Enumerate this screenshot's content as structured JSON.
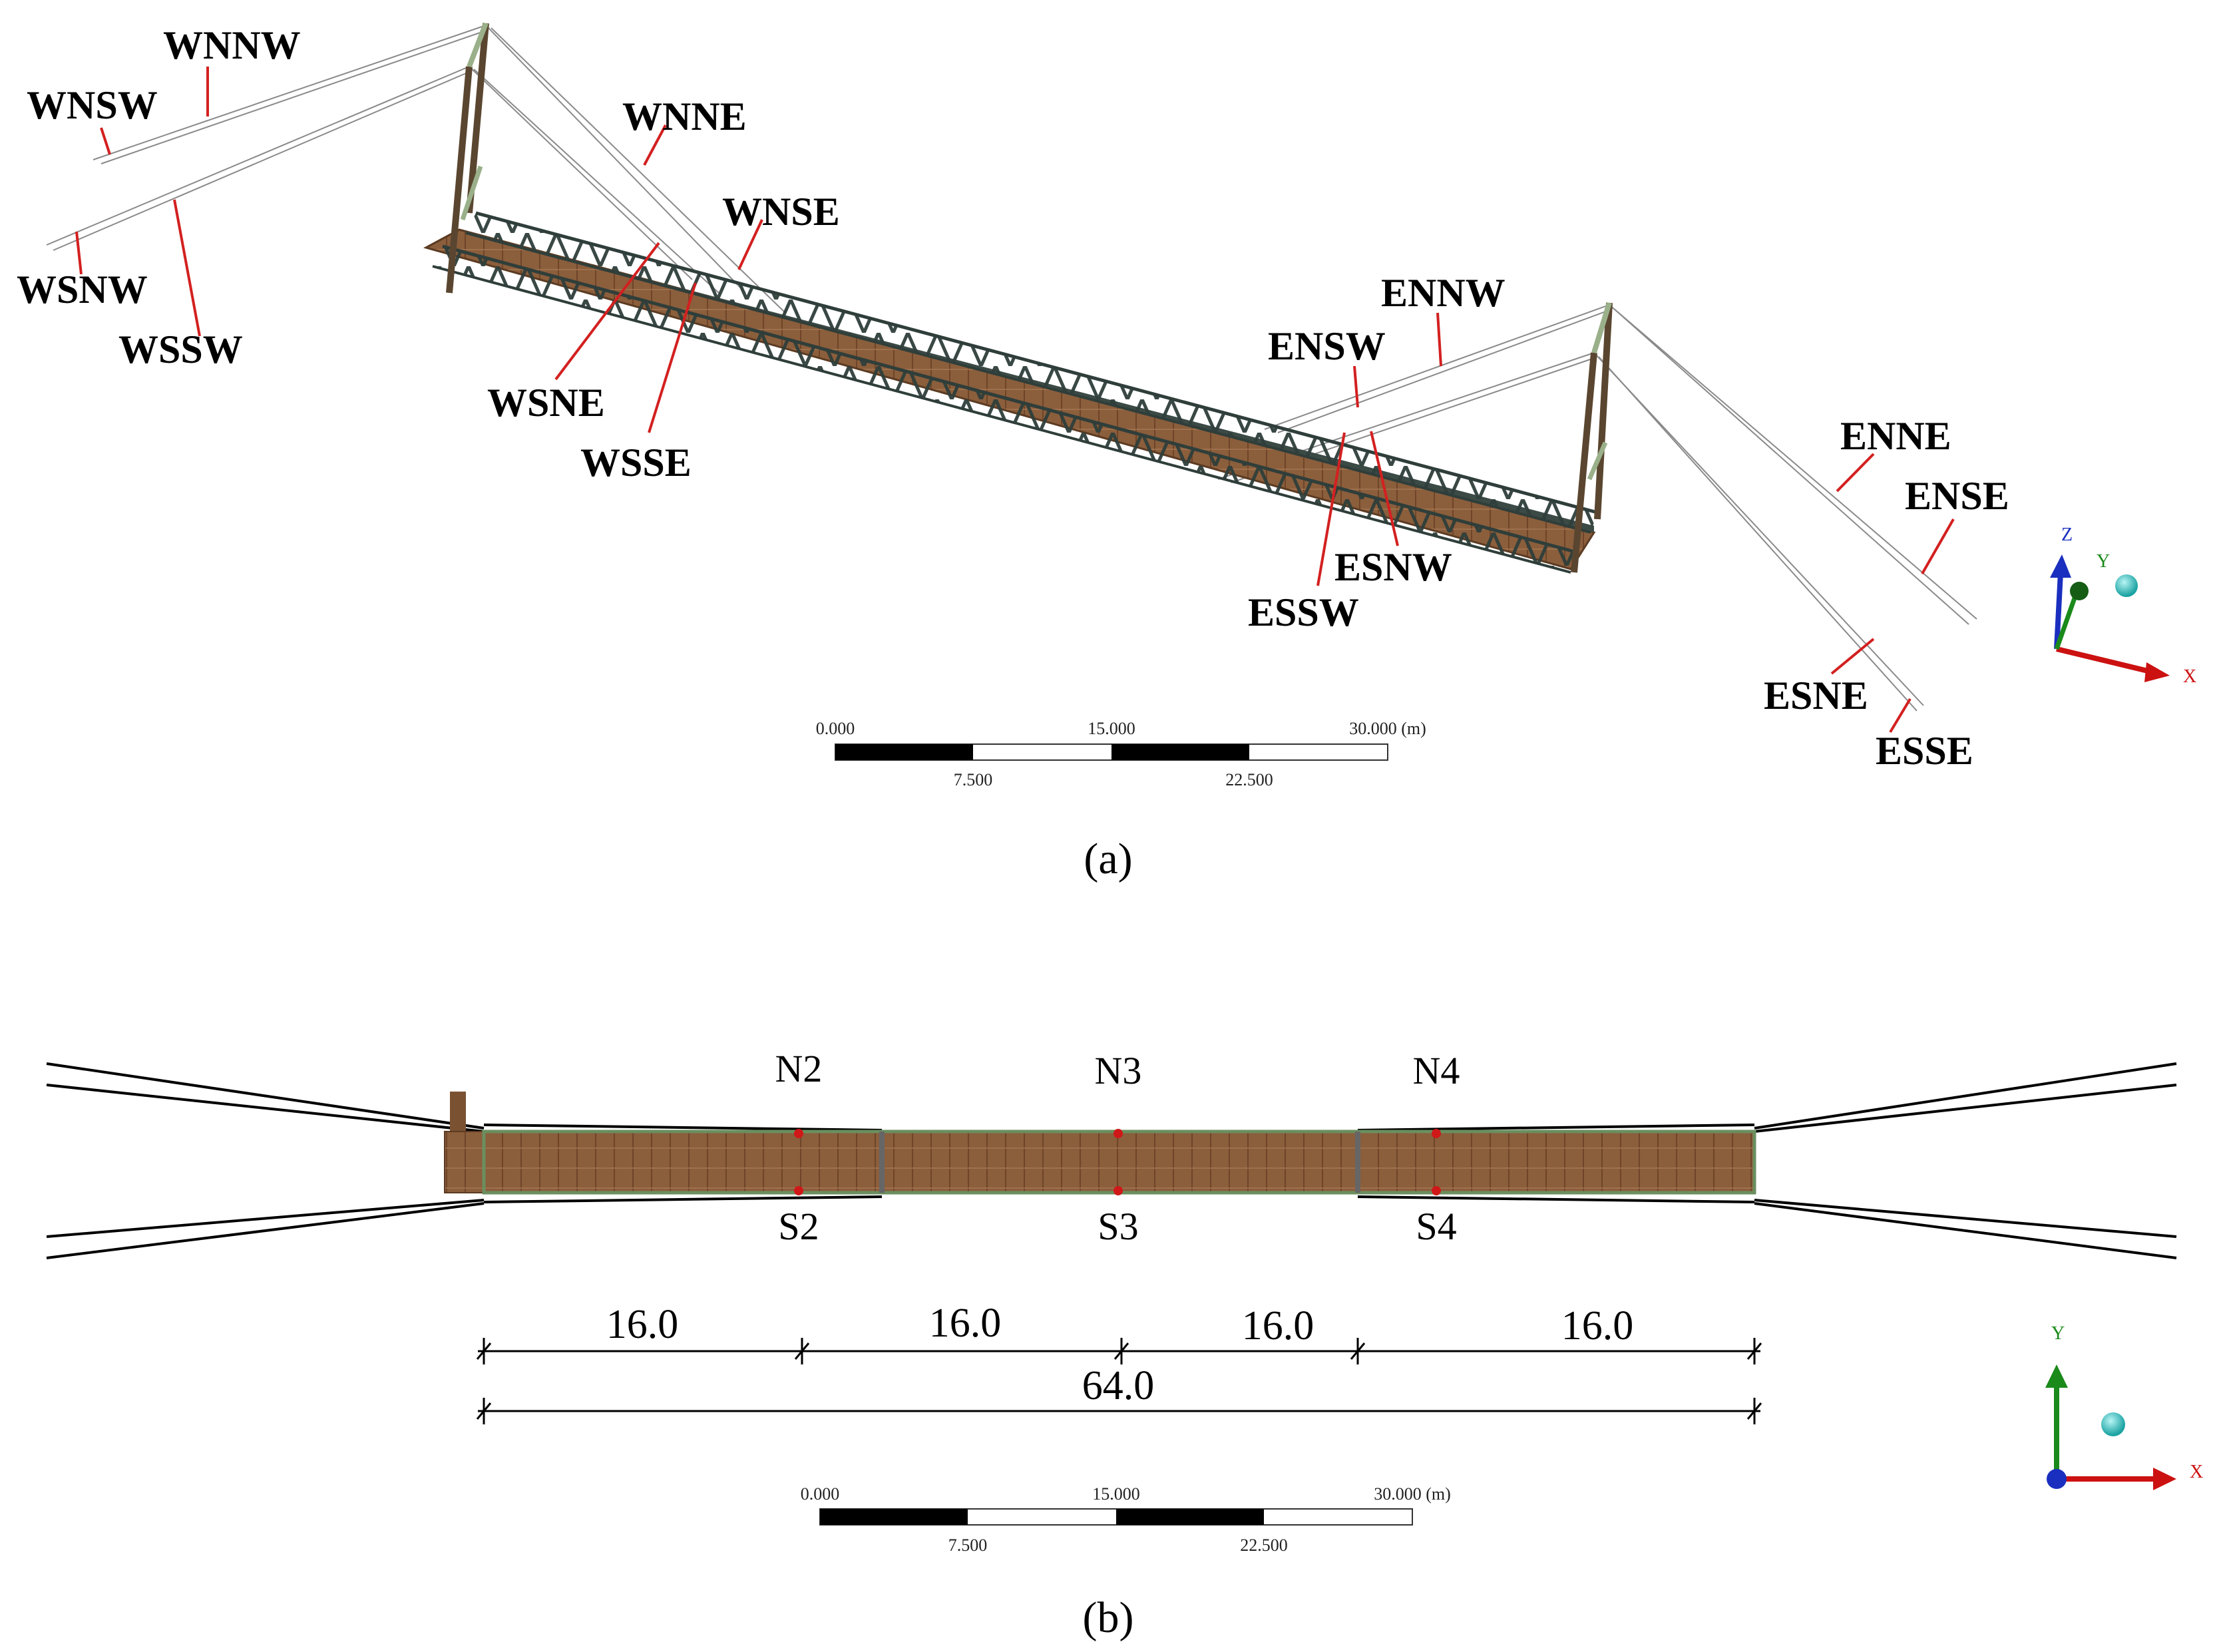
{
  "panel_a": {
    "caption": "(a)",
    "cable_labels": {
      "wnnw": "WNNW",
      "wnsw": "WNSW",
      "wsnw": "WSNW",
      "wssw": "WSSW",
      "wnne": "WNNE",
      "wnse": "WNSE",
      "wsne": "WSNE",
      "wsse": "WSSE",
      "ennw": "ENNW",
      "ensw": "ENSW",
      "esnw": "ESNW",
      "essw": "ESSW",
      "enne": "ENNE",
      "ense": "ENSE",
      "esne": "ESNE",
      "esse": "ESSE"
    },
    "scale_bar": {
      "ticks_top": [
        "0.000",
        "15.000",
        "30.000 (m)"
      ],
      "ticks_bottom": [
        "7.500",
        "22.500"
      ]
    },
    "axes": {
      "x": "X",
      "y": "Y",
      "z": "Z"
    }
  },
  "panel_b": {
    "caption": "(b)",
    "sensors_north": [
      "N2",
      "N3",
      "N4"
    ],
    "sensors_south": [
      "S2",
      "S3",
      "S4"
    ],
    "segment_dimensions": [
      "16.0",
      "16.0",
      "16.0",
      "16.0"
    ],
    "total_dimension": "64.0",
    "scale_bar": {
      "ticks_top": [
        "0.000",
        "15.000",
        "30.000 (m)"
      ],
      "ticks_bottom": [
        "7.500",
        "22.500"
      ]
    },
    "axes": {
      "x": "X",
      "y": "Y"
    }
  },
  "colors": {
    "leader_line": "#d32020",
    "deck_wood": "#8b5e3c",
    "truss": "#2f3e3a",
    "tower": "#5a4630",
    "axis_x": "#cc1111",
    "axis_y": "#1a8a1a",
    "axis_z": "#1a2fbf",
    "sphere": "#3ccfcf",
    "sensor": "#d01818"
  }
}
